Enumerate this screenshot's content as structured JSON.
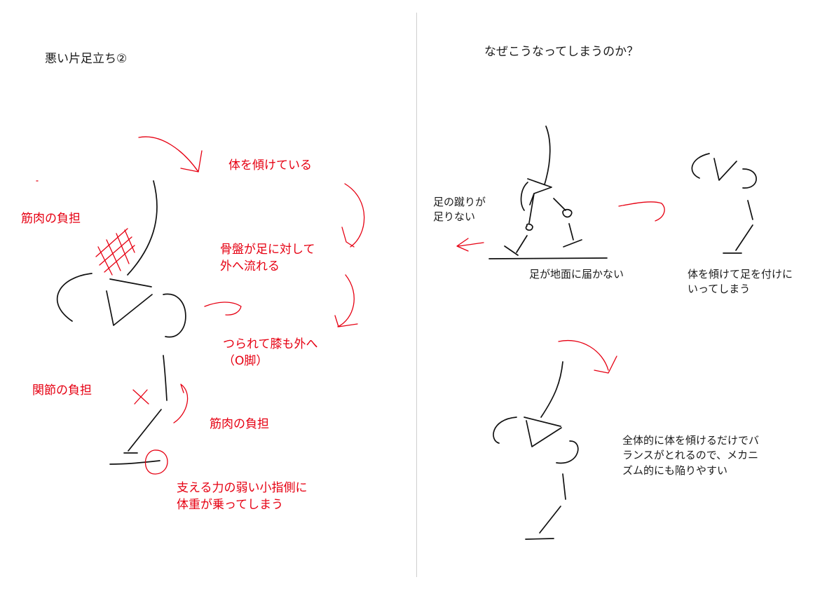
{
  "left_panel": {
    "title": "悪い片足立ち②",
    "labels": {
      "tilt_body": "体を傾けている",
      "muscle_load_hip": "筋肉の負担",
      "pelvis_outward": "骨盤が足に対して\n外へ流れる",
      "knee_outward": "つられて膝も外へ\n（O脚）",
      "joint_load": "関節の負担",
      "muscle_load_knee": "筋肉の負担",
      "little_toe_weight": "支える力の弱い小指側に\n体重が乗ってしまう"
    }
  },
  "right_panel": {
    "title": "なぜこうなってしまうのか？",
    "labels": {
      "kick_insufficient": "足の蹴りが\n足りない",
      "foot_not_reach": "足が地面に届かない",
      "tilt_to_reach": "体を傾けて足を付けに\nいってしまう",
      "mechanism": "全体的に体を傾けるだけでバ\nランスがとれるので、メカニ\nズム的にも陥りやすい"
    }
  },
  "colors": {
    "ink": "#111111",
    "annotation": "#e60012",
    "divider": "#cfcfcf"
  }
}
